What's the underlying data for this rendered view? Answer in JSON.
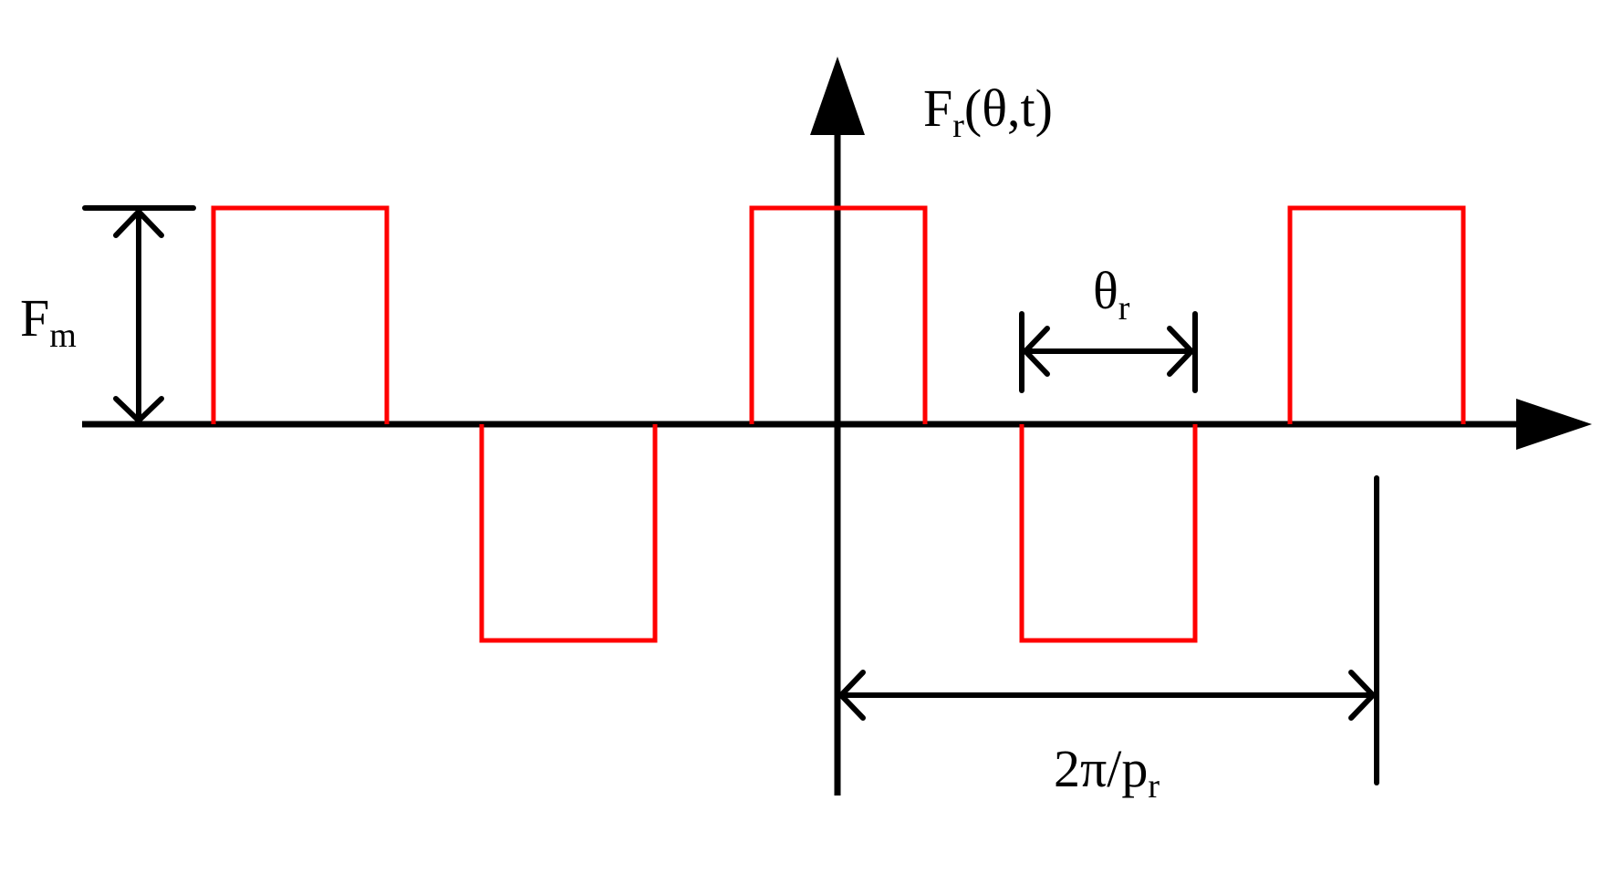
{
  "diagram": {
    "y_axis_label": {
      "main": "F",
      "sub": "r",
      "args": "(θ,t)"
    },
    "amplitude_label": {
      "main": "F",
      "sub": "m"
    },
    "pulse_width_label": {
      "main": "θ",
      "sub": "r"
    },
    "period_label": {
      "main": "2π/p",
      "sub": "r"
    }
  },
  "colors": {
    "axis": "#000000",
    "waveform": "#ff0000",
    "dimension": "#000000",
    "background": "#ffffff"
  }
}
